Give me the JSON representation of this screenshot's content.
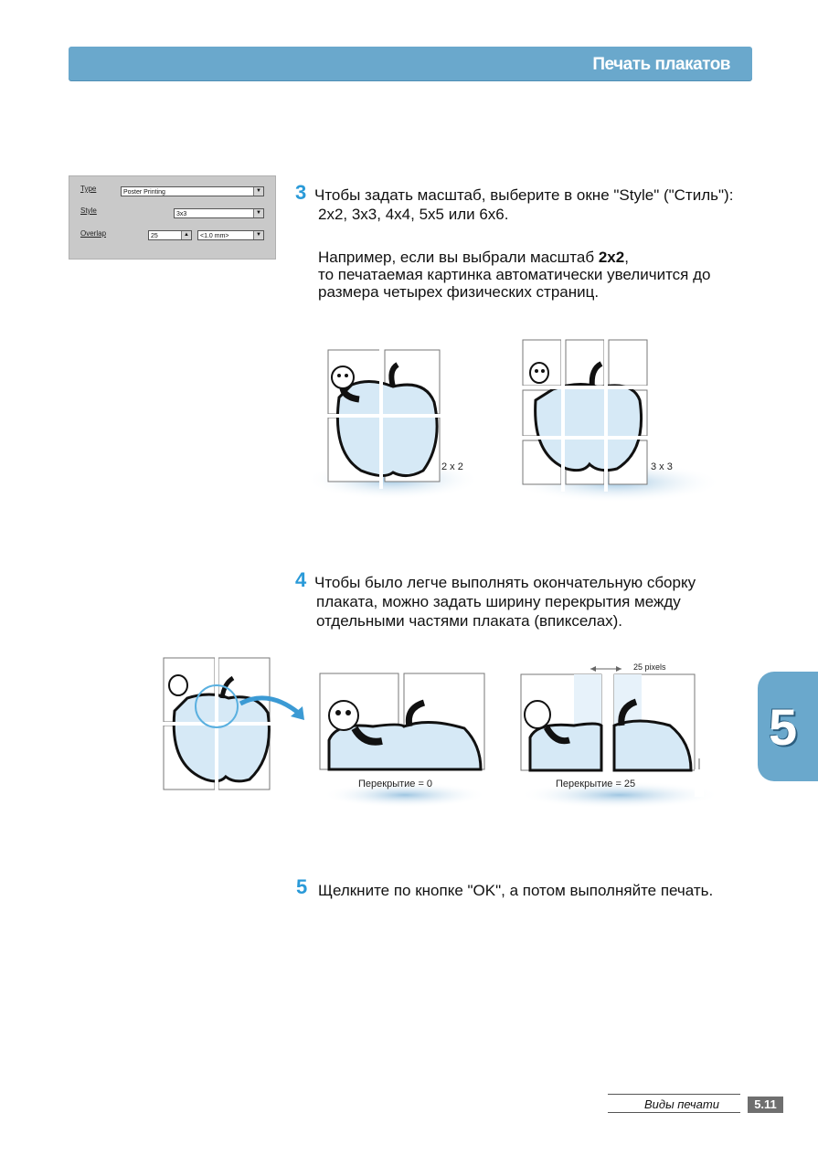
{
  "header": {
    "title": "Печать плакатов"
  },
  "dialog": {
    "type_label": "Type",
    "type_value": "Poster Printing",
    "style_label": "Style",
    "style_value": "3x3",
    "overlap_label": "Overlap",
    "overlap_value": "25",
    "overlap_unit": "<1.0 mm>"
  },
  "step3": {
    "number": "3",
    "line1": "Чтобы задать масштаб, выберите в окне \"Style\" (\"Стиль\"):",
    "line2": "2x2, 3x3, 4x4, 5x5 или 6x6.",
    "example_prefix": "Например, если вы выбрали масштаб ",
    "example_bold": "2x2",
    "example_suffix": ",",
    "example_line2": "то печатаемая картинка автоматически увеличится до",
    "example_line3": "размера четырех физических страниц."
  },
  "figures_scale": {
    "label_a": "2 x 2",
    "label_b": "3 x 3"
  },
  "step4": {
    "number": "4",
    "line1": "Чтобы было легче выполнять окончательную сборку",
    "line2": "плаката, можно задать ширину перекрытия между",
    "line3": "отдельными частями плаката (впикселах)."
  },
  "figures_overlap": {
    "label_a": "Перекрытие = 0",
    "label_b": "Перекрытие = 25",
    "pixels_label": "25 pixels"
  },
  "step5": {
    "number": "5",
    "text": "Щелкните по кнопке \"OK\", а потом выполняйте печать."
  },
  "side_tab": {
    "chapter": "5"
  },
  "footer": {
    "section": "Виды печати",
    "page": "5.11"
  },
  "colors": {
    "accent": "#6aa8cc",
    "number": "#2a9ad8",
    "apple": "#d6e9f6"
  }
}
